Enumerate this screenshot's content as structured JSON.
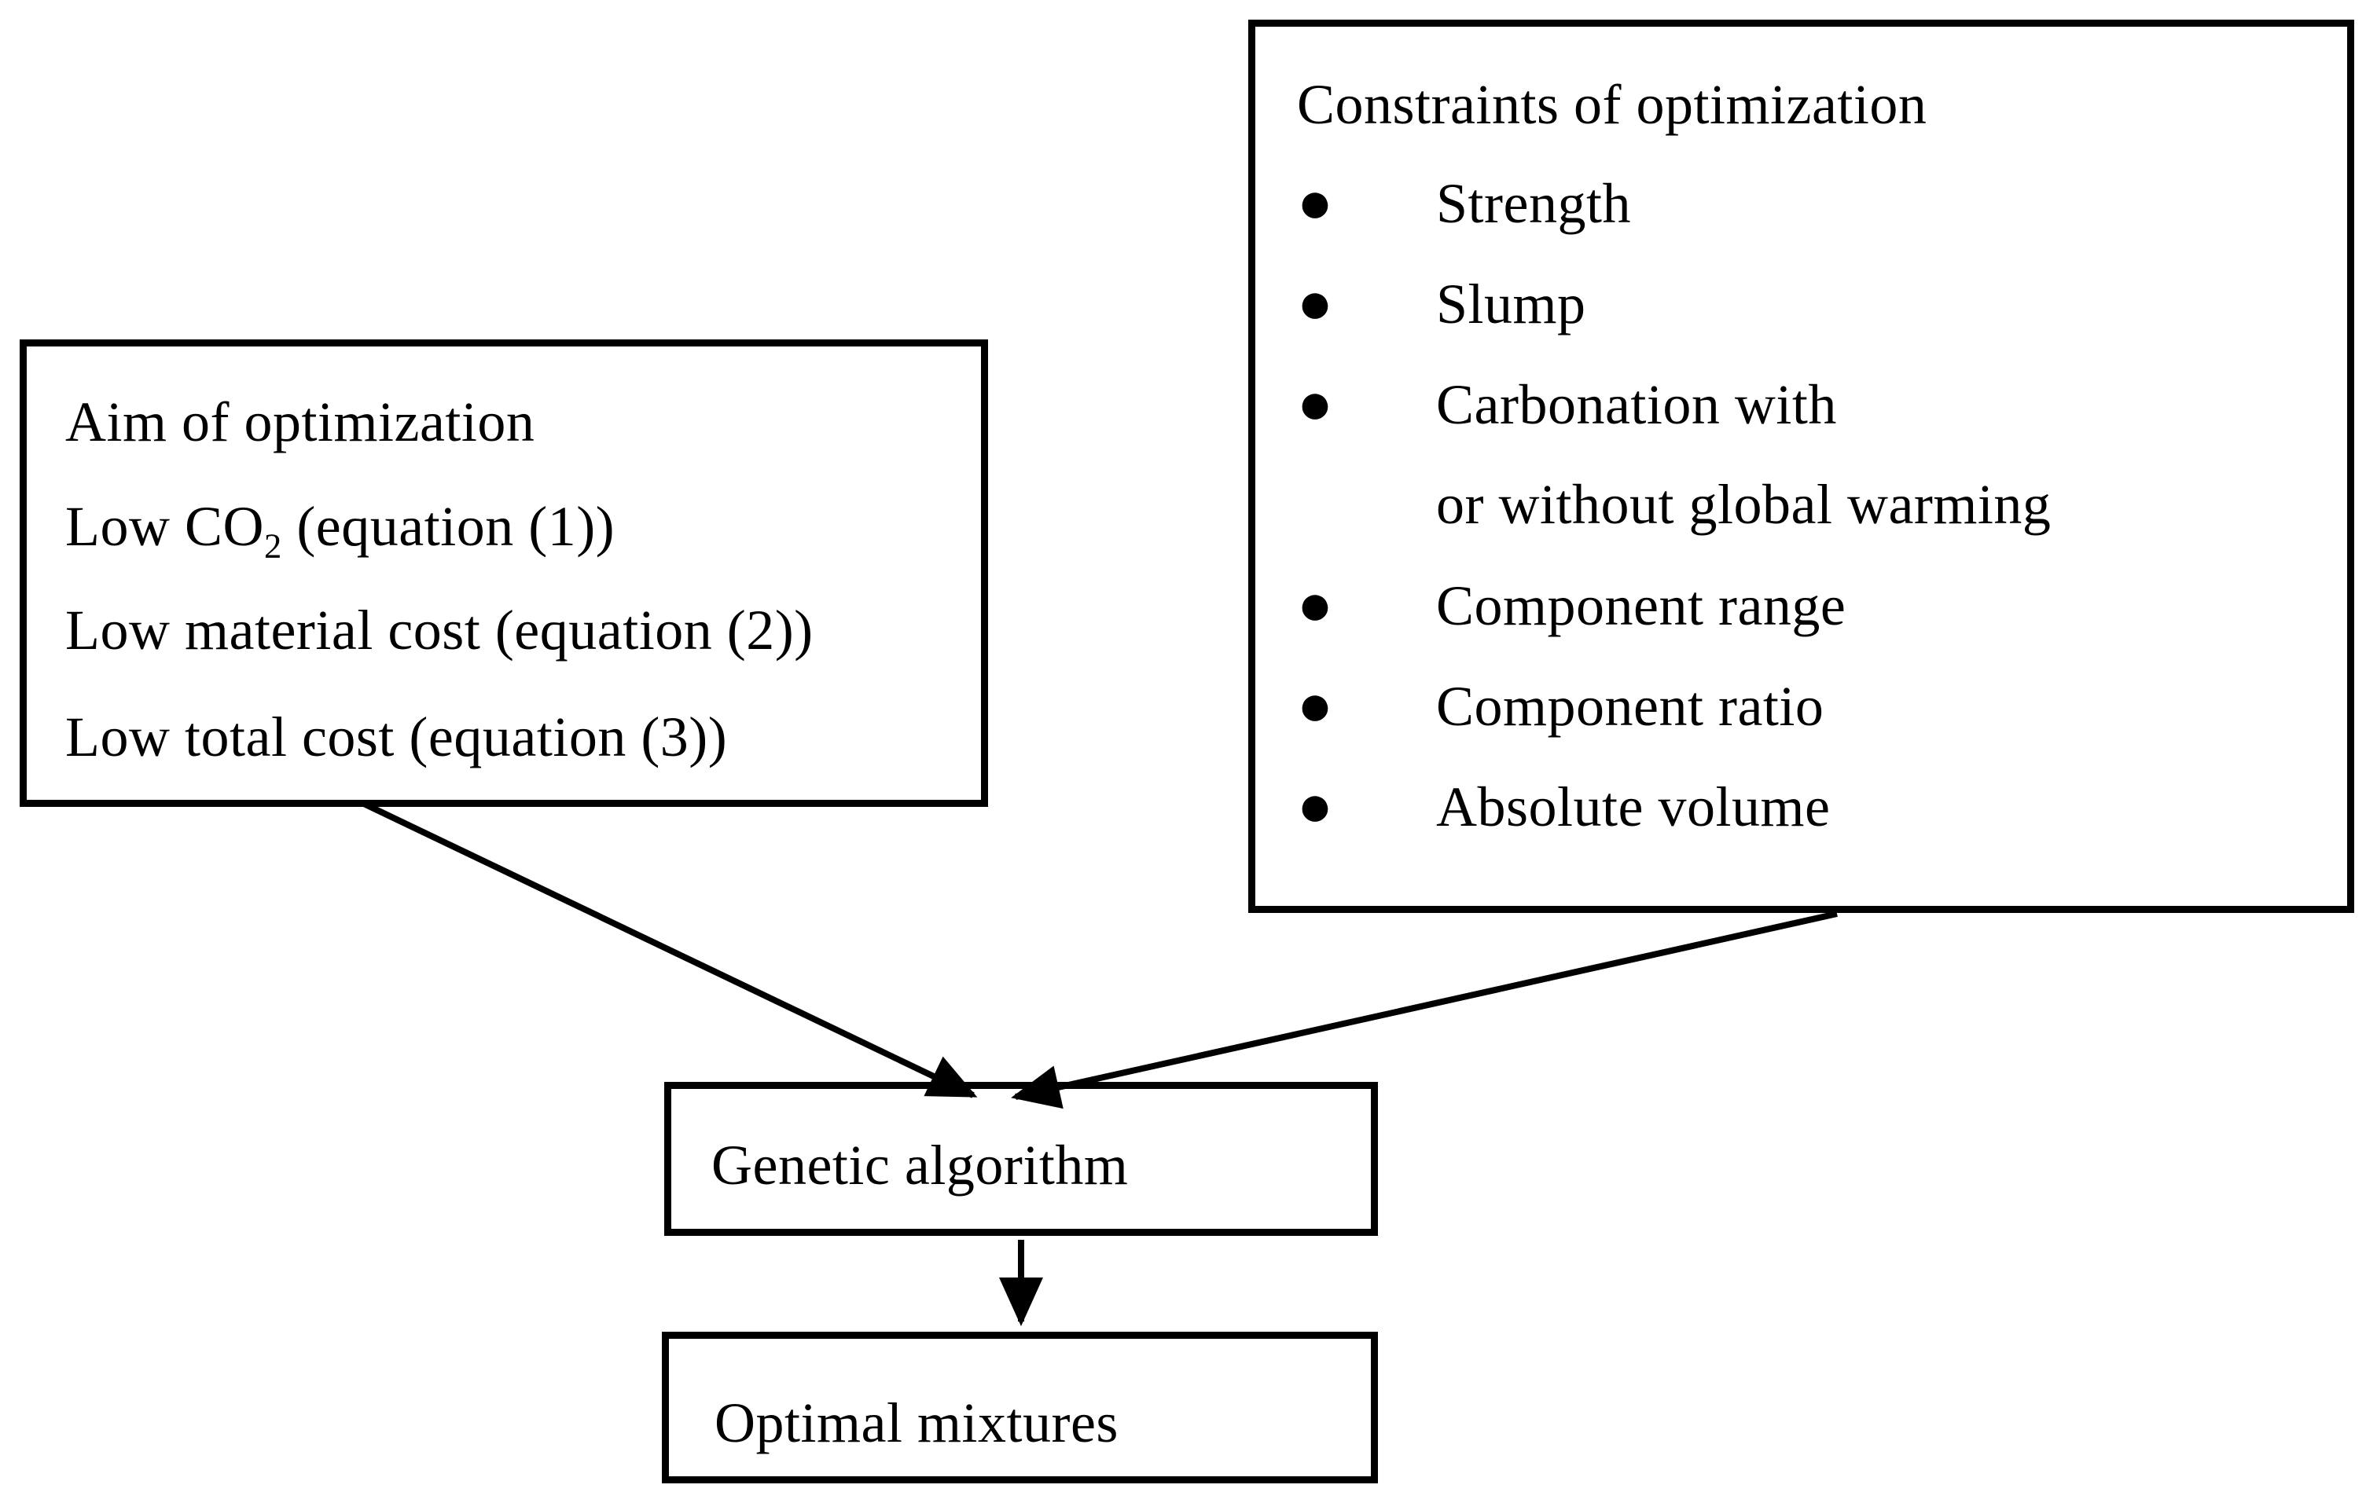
{
  "colors": {
    "ink": "#000000",
    "background": "#ffffff"
  },
  "aim": {
    "title": "Aim of optimization",
    "lines": [
      {
        "pre": "Low CO",
        "sub": "2",
        "post": " (equation (1))"
      },
      {
        "pre": "Low material cost (equation (2))",
        "sub": "",
        "post": ""
      },
      {
        "pre": "Low total cost (equation (3))",
        "sub": "",
        "post": ""
      }
    ]
  },
  "constraints": {
    "title": "Constraints of optimization",
    "bullet_glyph": "●",
    "items": [
      {
        "bullet": true,
        "text": "Strength"
      },
      {
        "bullet": true,
        "text": "Slump"
      },
      {
        "bullet": true,
        "text": "Carbonation with"
      },
      {
        "bullet": false,
        "text": "or without global warming"
      },
      {
        "bullet": true,
        "text": "Component range"
      },
      {
        "bullet": true,
        "text": "Component ratio"
      },
      {
        "bullet": true,
        "text": "Absolute volume"
      }
    ]
  },
  "ga": {
    "label": "Genetic algorithm"
  },
  "optimal": {
    "label": "Optimal mixtures"
  }
}
